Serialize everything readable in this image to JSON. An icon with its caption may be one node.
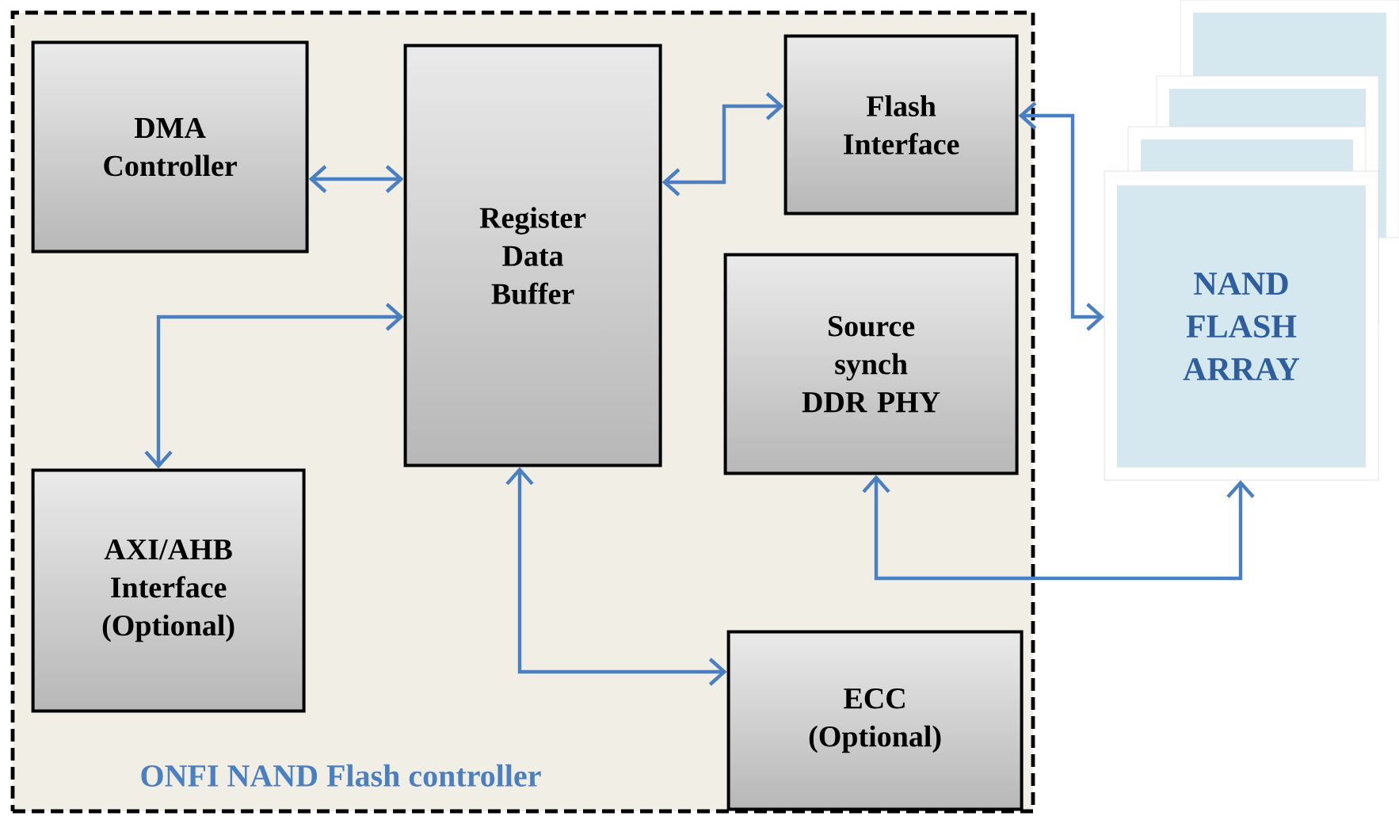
{
  "diagram": {
    "nodes": [
      {
        "text": [
          "ONFI NAND Flash controller"
        ]
      },
      {
        "text": [
          "DMA Controller"
        ],
        "in": 0
      },
      {
        "text": [
          "Register Data Buffer"
        ],
        "in": 0
      },
      {
        "text": [
          "Flash Interface"
        ],
        "in": 0
      },
      {
        "text": [
          "Source synch DDR PHY"
        ],
        "in": 0
      },
      {
        "text": [
          "AXI/AHB Interface (Optional)"
        ],
        "in": 0
      },
      {
        "text": [
          "ECC (Optional)"
        ],
        "in": 0
      },
      {
        "text": [
          "NAND FLASH ARRAY"
        ]
      }
    ],
    "edges": [
      {
        "from": 1,
        "to": 2,
        "arrow": "both"
      },
      {
        "from": 2,
        "to": 3,
        "arrow": "both"
      },
      {
        "from": 3,
        "to": 7,
        "arrow": "both"
      },
      {
        "from": 2,
        "to": 5,
        "arrow": "both"
      },
      {
        "from": 2,
        "to": 6,
        "arrow": "both"
      },
      {
        "from": 4,
        "to": 7,
        "arrow": "both"
      }
    ]
  }
}
